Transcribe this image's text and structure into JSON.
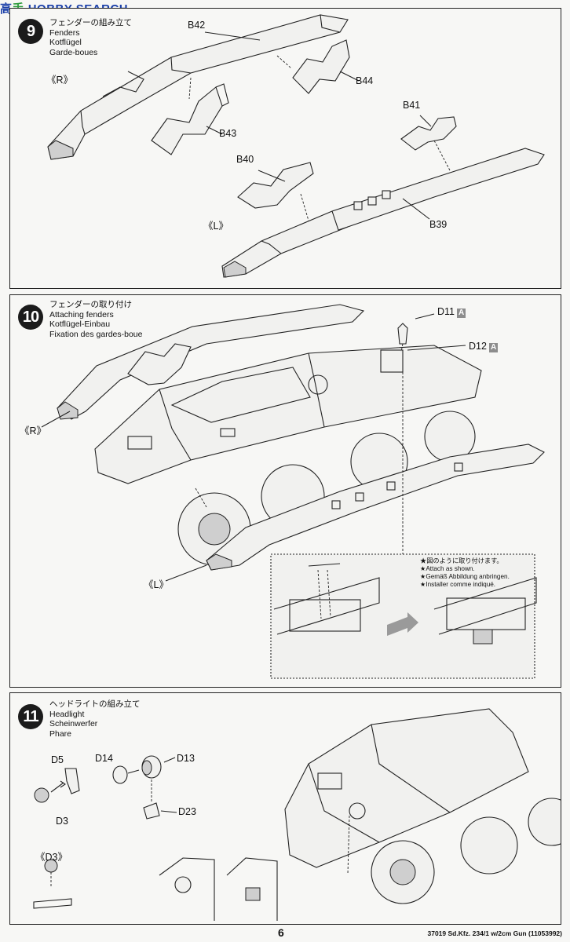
{
  "watermark": {
    "text_a": "高",
    "text_b": "手",
    "text_c": "HOBBY SEARCH"
  },
  "step9": {
    "number": "9",
    "title_jp": "フェンダーの組み立て",
    "title_en": "Fenders",
    "title_de": "Kotflügel",
    "title_fr": "Garde-boues",
    "parts": [
      "B42",
      "B44",
      "B43",
      "B41",
      "B40",
      "B39"
    ],
    "side_r": "《R》",
    "side_l": "《L》"
  },
  "step10": {
    "number": "10",
    "title_jp": "フェンダーの取り付け",
    "title_en": "Attaching fenders",
    "title_de": "Kotflügel-Einbau",
    "title_fr": "Fixation des gardes-boue",
    "part_d11": "D11",
    "part_d12": "D12",
    "tag": "A",
    "side_r": "《R》",
    "side_l": "《L》",
    "note": [
      "★図のように取り付けます。",
      "★Attach as shown.",
      "★Gemäß Abbildung anbringen.",
      "★Installer comme indiqué."
    ]
  },
  "step11": {
    "number": "11",
    "title_jp": "ヘッドライトの組み立て",
    "title_en": "Headlight",
    "title_de": "Scheinwerfer",
    "title_fr": "Phare",
    "parts": [
      "D5",
      "D14",
      "D13",
      "D3",
      "D23"
    ],
    "detail_label": "《D3》"
  },
  "footer": {
    "page": "6",
    "code": "37019  Sd.Kfz. 234/1 w/2cm Gun (11053992)"
  }
}
